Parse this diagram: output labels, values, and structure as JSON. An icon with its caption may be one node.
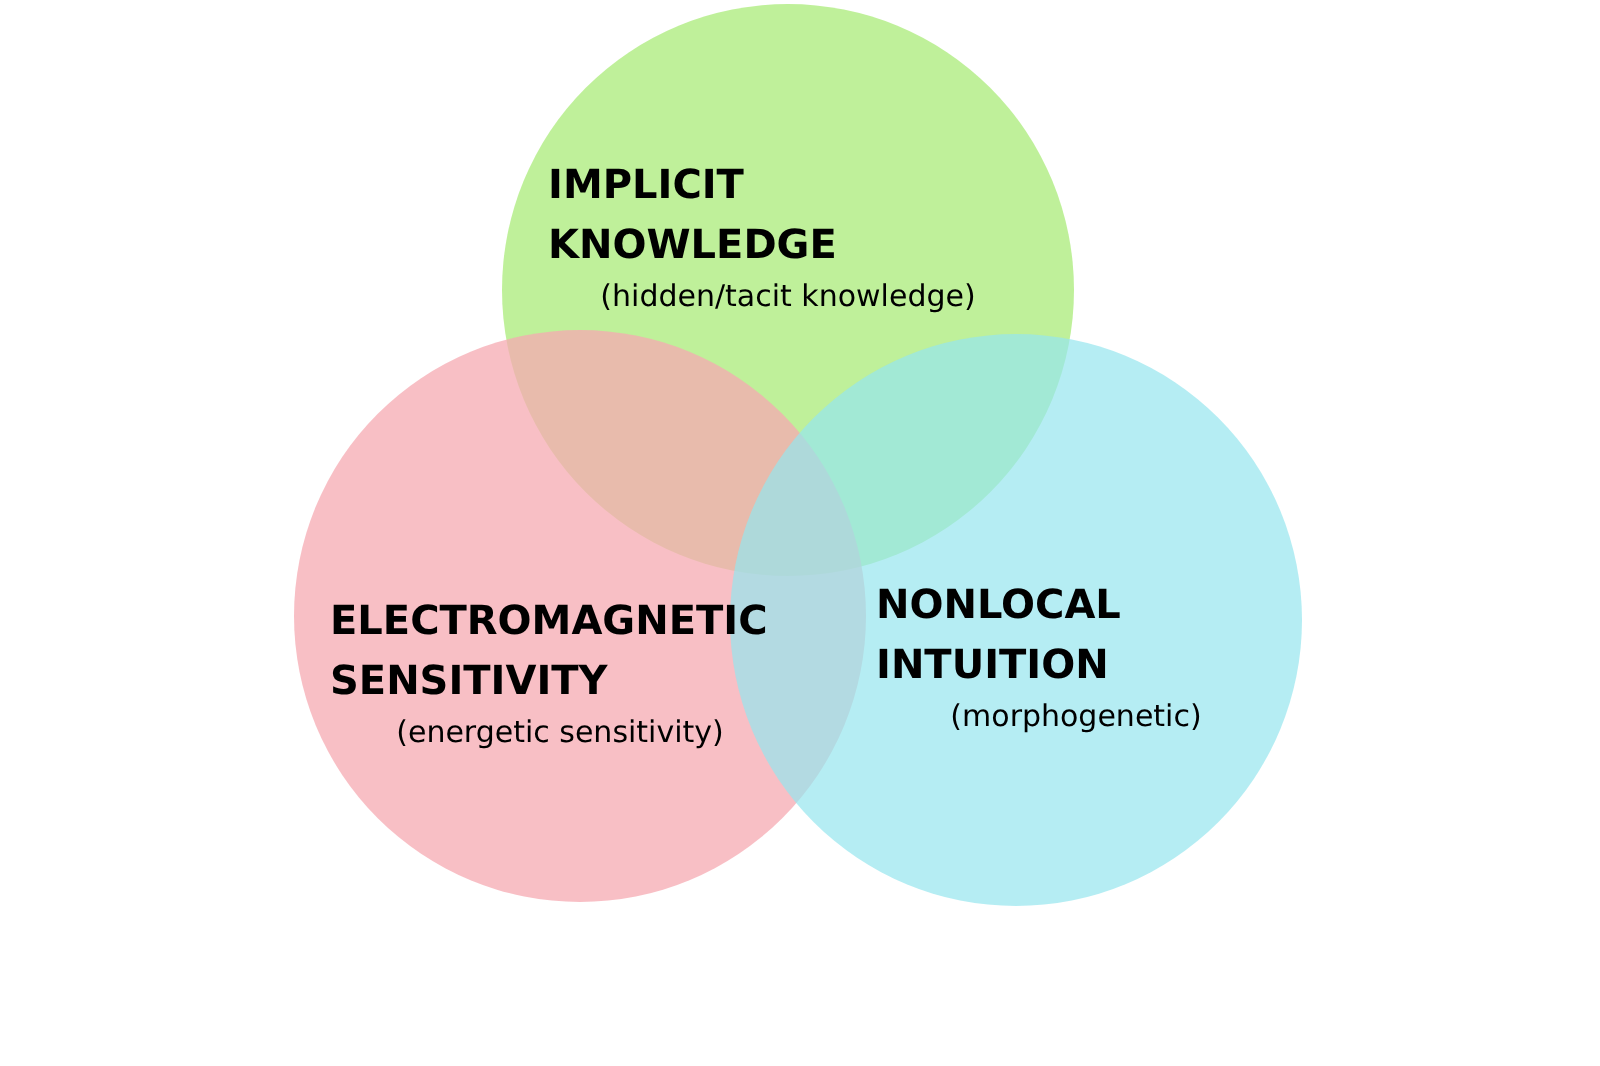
{
  "diagram": {
    "nodes": [
      {
        "text": [
          "IMPLICIT KNOWLEDGE",
          "(hidden/tacit knowledge)"
        ]
      },
      {
        "text": [
          "ELECTROMAGNETIC SENSITIVITY",
          "(energetic sensitivity)"
        ]
      },
      {
        "text": [
          "NONLOCAL INTUITION",
          "(morphogenetic)"
        ]
      }
    ]
  }
}
